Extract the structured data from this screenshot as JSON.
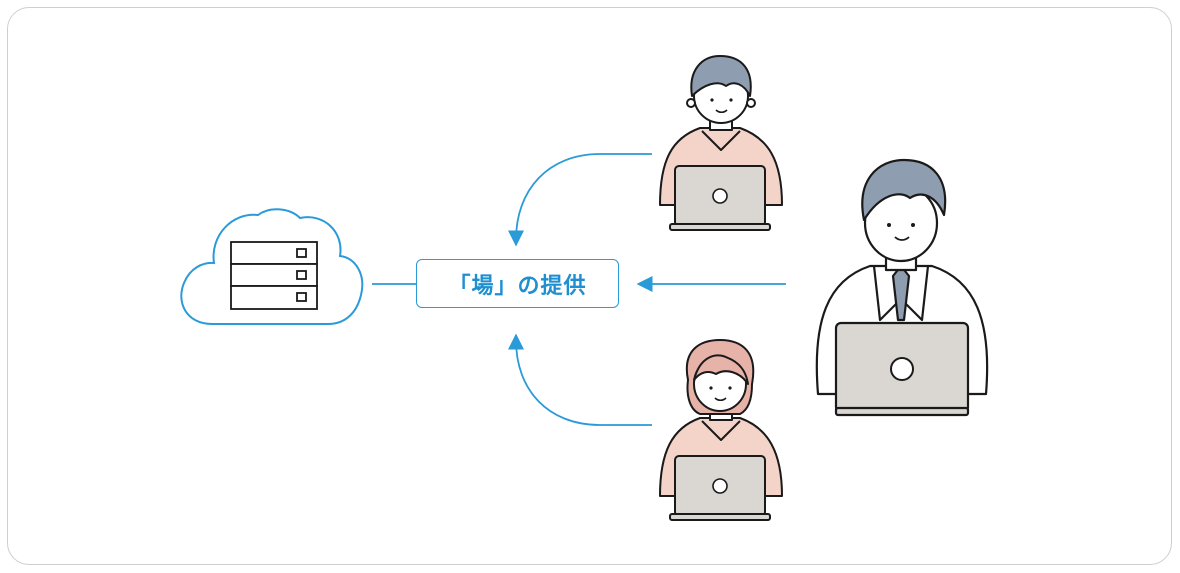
{
  "diagram": {
    "center_label": "「場」の提供",
    "nodes": [
      {
        "id": "cloud-server",
        "icon": "cloud-server-icon"
      },
      {
        "id": "person-top",
        "icon": "person-laptop-icon"
      },
      {
        "id": "person-main",
        "icon": "businessman-laptop-icon"
      },
      {
        "id": "person-bottom",
        "icon": "woman-laptop-icon"
      }
    ],
    "edges": [
      {
        "from": "person-top",
        "to": "center_label"
      },
      {
        "from": "person-main",
        "to": "center_label"
      },
      {
        "from": "person-bottom",
        "to": "center_label"
      },
      {
        "from": "cloud-server",
        "to": "center_label"
      }
    ]
  },
  "colors": {
    "accent": "#2a9ad8",
    "frame": "#cfcfcf",
    "shirt": "#f4d3c8",
    "hair_gray": "#8e9db0",
    "hair_pink": "#e7b2a8",
    "laptop": "#dad6d1",
    "outline": "#1a1a1a"
  }
}
